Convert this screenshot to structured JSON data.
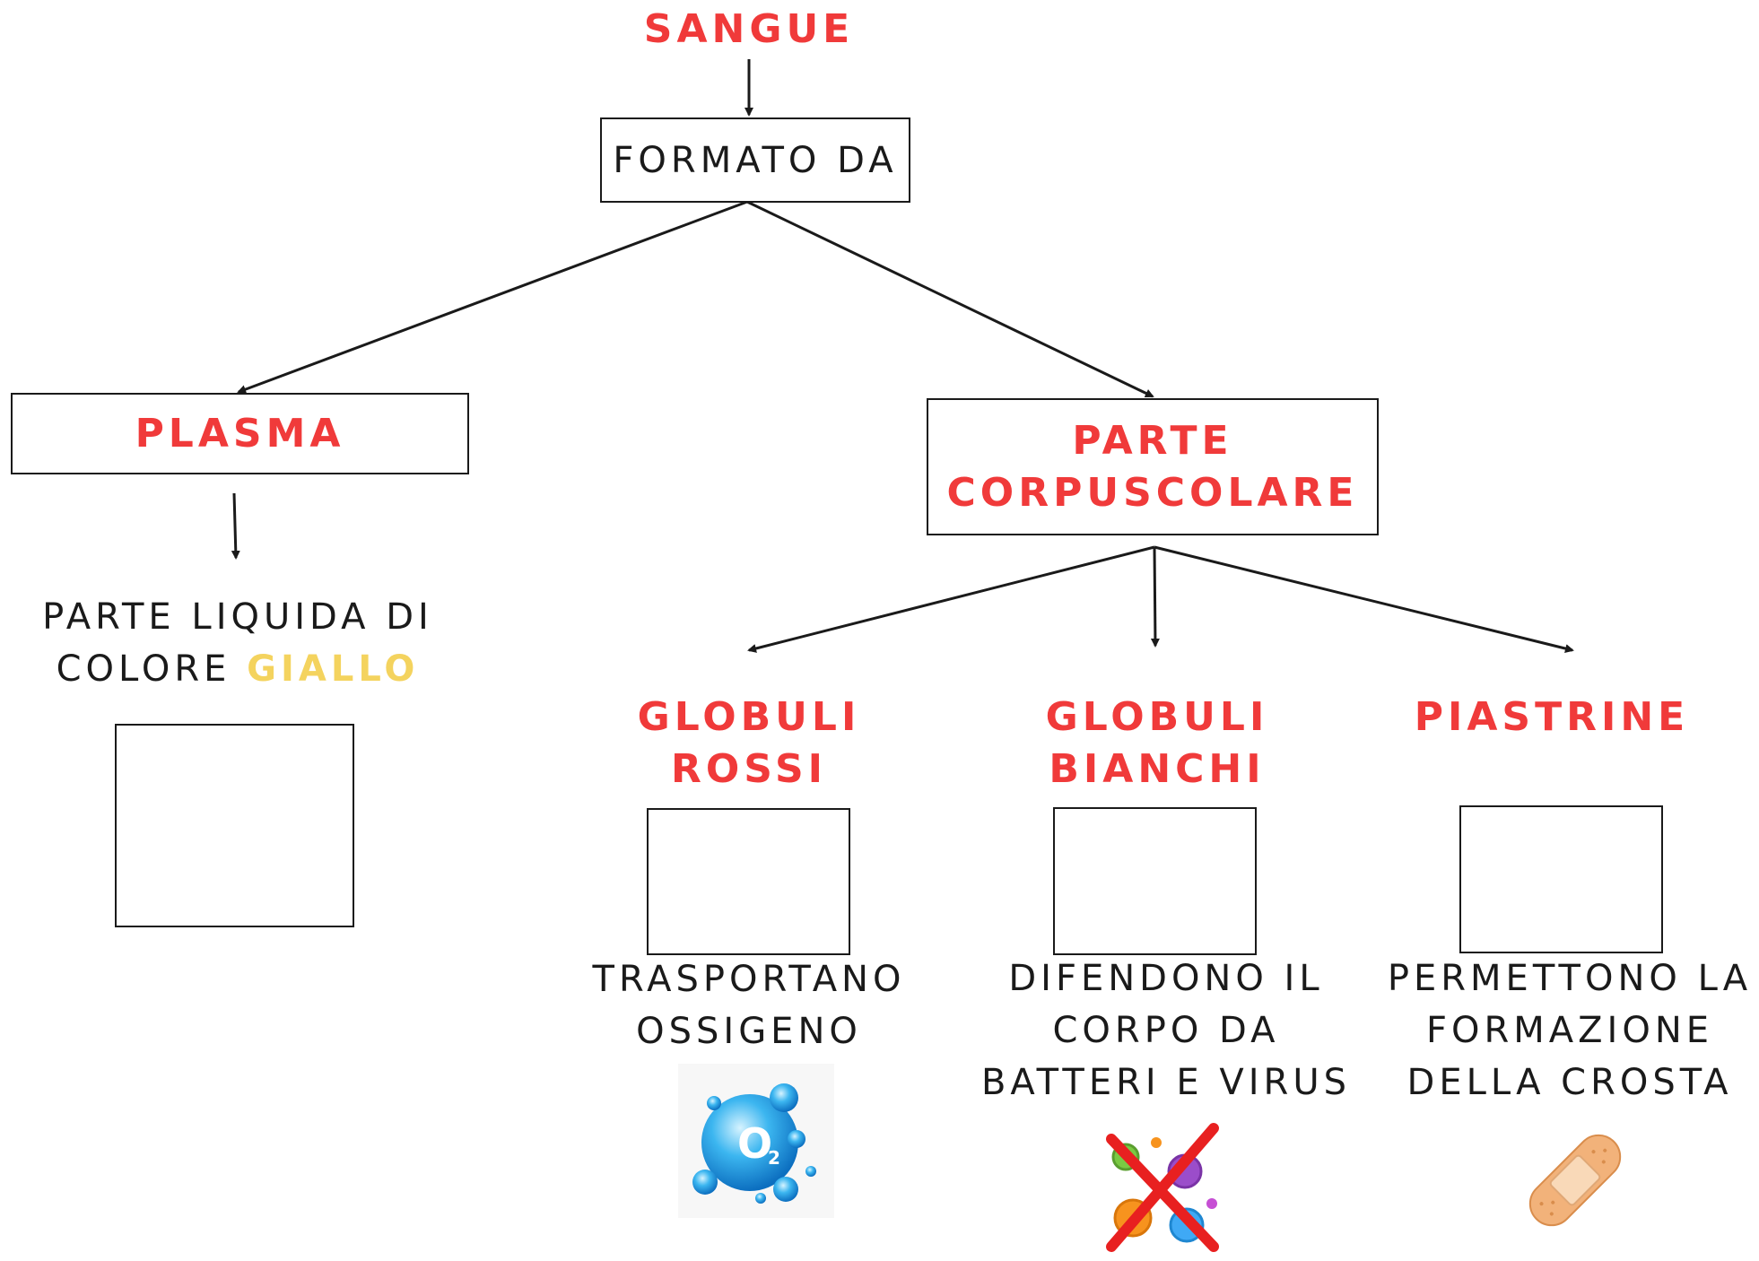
{
  "root": "SANGUE",
  "connector": "FORMATO DA",
  "branches": {
    "plasma": {
      "title": "PLASMA",
      "desc_line1": "PARTE LIQUIDA DI",
      "desc_line2_prefix": "COLORE ",
      "desc_line2_highlight": "GIALLO"
    },
    "corpuscolare": {
      "title_line1": "PARTE",
      "title_line2": "CORPUSCOLARE"
    }
  },
  "children": [
    {
      "title_line1": "GLOBULI",
      "title_line2": "ROSSI",
      "desc": [
        "TRASPORTANO",
        "OSSIGENO"
      ],
      "icon": "oxygen-molecule-icon"
    },
    {
      "title_line1": "GLOBULI",
      "title_line2": "BIANCHI",
      "desc": [
        "DIFENDONO IL",
        "CORPO DA",
        "BATTERI E VIRUS"
      ],
      "icon": "crossed-out-germs-icon"
    },
    {
      "title_line1": "PIASTRINE",
      "title_line2": "",
      "desc": [
        "PERMETTONO LA",
        "FORMAZIONE",
        "DELLA CROSTA"
      ],
      "icon": "bandage-icon"
    }
  ],
  "colors": {
    "red": "#f03a3a",
    "yellow": "#f4d35e",
    "line": "#1a1a1a"
  }
}
